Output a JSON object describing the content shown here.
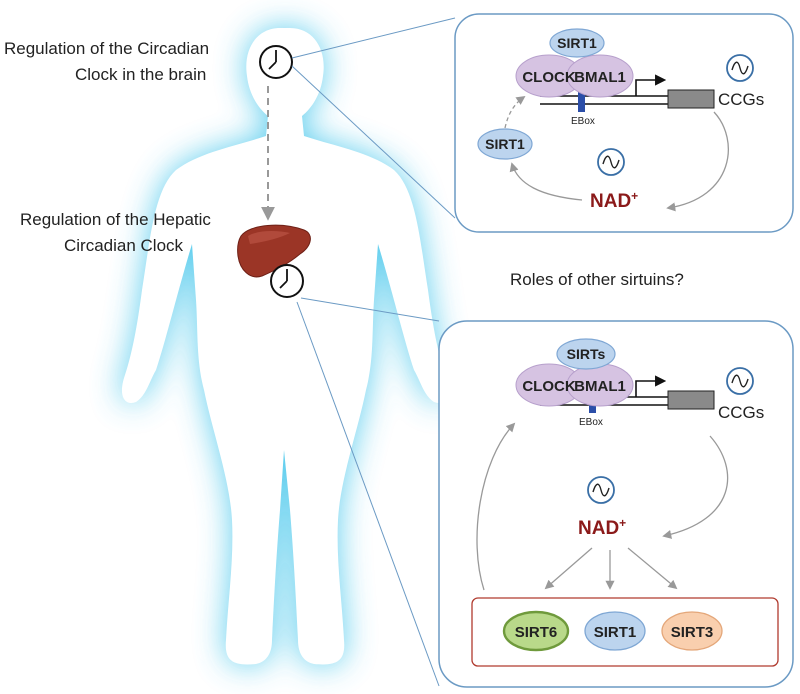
{
  "labels": {
    "brain_title_line1": "Regulation of the Circadian",
    "brain_title_line2": "Clock in the brain",
    "hepatic_title_line1": "Regulation of the Hepatic",
    "hepatic_title_line2": "Circadian Clock",
    "question": "Roles of other sirtuins?"
  },
  "top_panel": {
    "sirt_top": "SIRT1",
    "clock": "CLOCK",
    "bmal1": "BMAL1",
    "ebox": "EBox",
    "ccgs": "CCGs",
    "sirt_left": "SIRT1",
    "nad": "NAD",
    "nad_sup": "+"
  },
  "bottom_panel": {
    "sirt_top": "SIRTs",
    "clock": "CLOCK",
    "bmal1": "BMAL1",
    "ebox": "EBox",
    "ccgs": "CCGs",
    "nad": "NAD",
    "nad_sup": "+",
    "sirtuins": [
      {
        "label": "SIRT6",
        "fill": "#b9d98a",
        "stroke": "#6f9a3c"
      },
      {
        "label": "SIRT1",
        "fill": "#bcd4ee",
        "stroke": "#7fa7d4"
      },
      {
        "label": "SIRT3",
        "fill": "#f9cfae",
        "stroke": "#e4a77a"
      }
    ]
  },
  "colors": {
    "panel_border": "#6b9ac4",
    "nad": "#8b1a1a",
    "ebox": "#2b4ea8",
    "glow": "#4cc8ec",
    "sirt_box": "#b03a2e"
  }
}
